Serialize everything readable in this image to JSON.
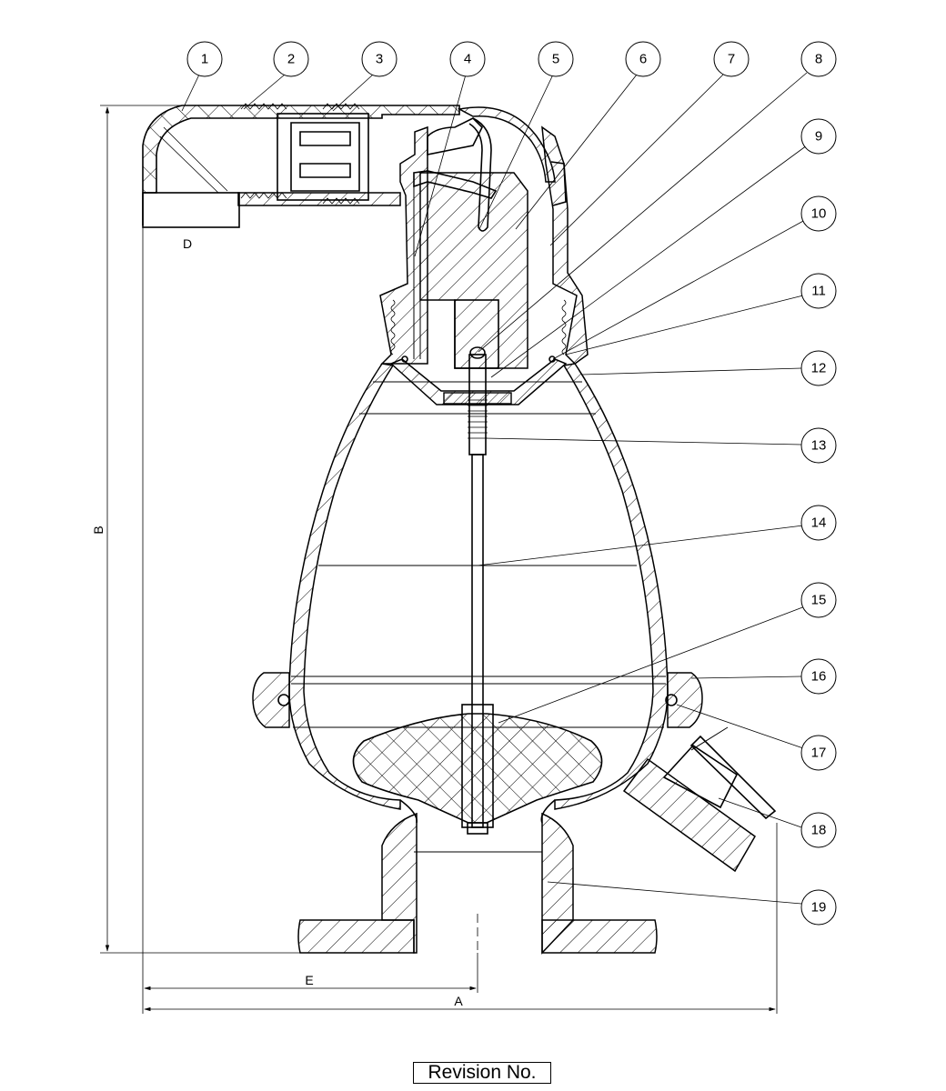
{
  "balloons": [
    "1",
    "2",
    "3",
    "4",
    "5",
    "6",
    "7",
    "8",
    "9",
    "10",
    "11",
    "12",
    "13",
    "14",
    "15",
    "16",
    "17",
    "18",
    "19"
  ],
  "dimensions": {
    "A": "A",
    "B": "B",
    "D": "D",
    "E": "E"
  },
  "revision_label": "Revision No."
}
